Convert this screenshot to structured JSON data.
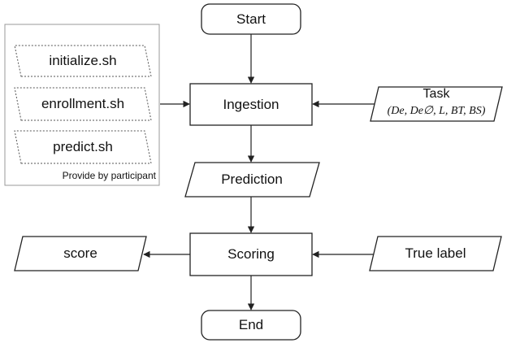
{
  "nodes": {
    "start": "Start",
    "ingestion": "Ingestion",
    "prediction": "Prediction",
    "scoring": "Scoring",
    "end": "End",
    "score": "score",
    "true_label": "True label",
    "task": {
      "title": "Task",
      "formula": "(De, De∅, L, BT, BS)"
    }
  },
  "participant_group": {
    "scripts": [
      "initialize.sh",
      "enrollment.sh",
      "predict.sh"
    ],
    "caption": "Provide by participant"
  }
}
